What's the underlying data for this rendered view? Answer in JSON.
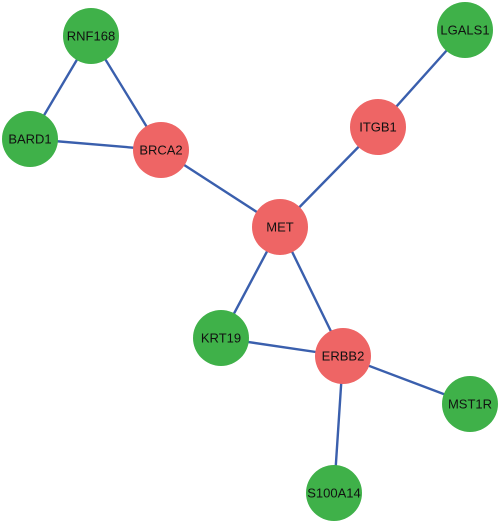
{
  "network": {
    "colors": {
      "edge": "#3a5fad",
      "hub_node": "#ee6565",
      "leaf_node": "#3fb149"
    },
    "nodes": [
      {
        "id": "RNF168",
        "label": "RNF168",
        "group": "leaf"
      },
      {
        "id": "LGALS1",
        "label": "LGALS1",
        "group": "leaf"
      },
      {
        "id": "BARD1",
        "label": "BARD1",
        "group": "leaf"
      },
      {
        "id": "BRCA2",
        "label": "BRCA2",
        "group": "hub"
      },
      {
        "id": "ITGB1",
        "label": "ITGB1",
        "group": "hub"
      },
      {
        "id": "MET",
        "label": "MET",
        "group": "hub"
      },
      {
        "id": "KRT19",
        "label": "KRT19",
        "group": "leaf"
      },
      {
        "id": "ERBB2",
        "label": "ERBB2",
        "group": "hub"
      },
      {
        "id": "MST1R",
        "label": "MST1R",
        "group": "leaf"
      },
      {
        "id": "S100A14",
        "label": "S100A14",
        "group": "leaf"
      }
    ],
    "edges": [
      {
        "source": "RNF168",
        "target": "BARD1"
      },
      {
        "source": "RNF168",
        "target": "BRCA2"
      },
      {
        "source": "BARD1",
        "target": "BRCA2"
      },
      {
        "source": "BRCA2",
        "target": "MET"
      },
      {
        "source": "LGALS1",
        "target": "ITGB1"
      },
      {
        "source": "ITGB1",
        "target": "MET"
      },
      {
        "source": "MET",
        "target": "KRT19"
      },
      {
        "source": "MET",
        "target": "ERBB2"
      },
      {
        "source": "KRT19",
        "target": "ERBB2"
      },
      {
        "source": "ERBB2",
        "target": "MST1R"
      },
      {
        "source": "ERBB2",
        "target": "S100A14"
      }
    ]
  }
}
